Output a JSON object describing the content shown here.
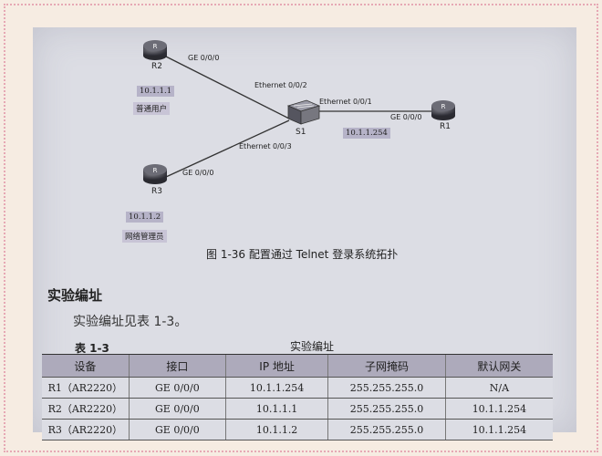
{
  "diagram": {
    "devices": {
      "r2": "R2",
      "r3": "R3",
      "r1": "R1",
      "s1": "S1"
    },
    "ports": {
      "r2_ge": "GE 0/0/0",
      "s1_eth2": "Ethernet 0/0/2",
      "s1_eth1": "Ethernet 0/0/1",
      "r1_ge": "GE 0/0/0",
      "s1_eth3": "Ethernet 0/0/3",
      "r3_ge": "GE 0/0/0"
    },
    "ips": {
      "r2": "10.1.1.1",
      "r1": "10.1.1.254",
      "r3": "10.1.1.2"
    },
    "roles": {
      "r2": "普通用户",
      "r3": "网络管理员"
    },
    "caption": "图 1-36   配置通过 Telnet 登录系统拓扑"
  },
  "section": {
    "heading": "实验编址",
    "paragraph": "实验编址见表 1-3。"
  },
  "table": {
    "label": "表 1-3",
    "title": "实验编址",
    "headers": [
      "设备",
      "接口",
      "IP 地址",
      "子网掩码",
      "默认网关"
    ],
    "rows": [
      [
        "R1（AR2220）",
        "GE 0/0/0",
        "10.1.1.254",
        "255.255.255.0",
        "N/A"
      ],
      [
        "R2（AR2220）",
        "GE 0/0/0",
        "10.1.1.1",
        "255.255.255.0",
        "10.1.1.254"
      ],
      [
        "R3（AR2220）",
        "GE 0/0/0",
        "10.1.1.2",
        "255.255.255.0",
        "10.1.1.254"
      ]
    ]
  }
}
